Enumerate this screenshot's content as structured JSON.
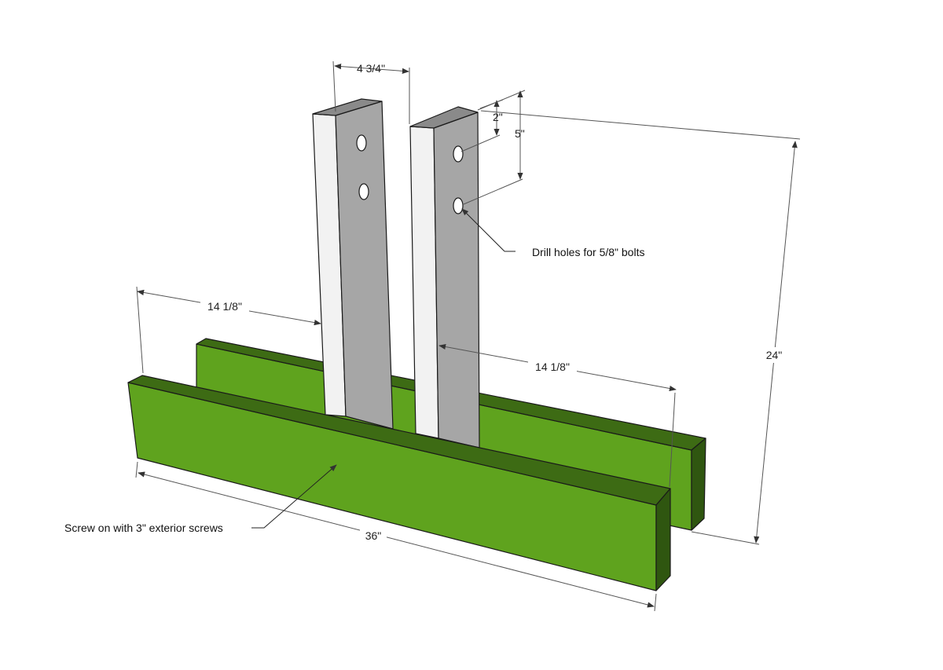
{
  "dimensions": {
    "post_width": "4 3/4\"",
    "hole_top_offset": "2\"",
    "hole_spacing": "5\"",
    "total_height": "24\"",
    "left_offset": "14 1/8\"",
    "right_offset": "14 1/8\"",
    "base_length": "36\""
  },
  "notes": {
    "drill_holes": "Drill holes for 5/8\" bolts",
    "screw_on": "Screw on with 3\" exterior screws"
  },
  "colors": {
    "board_front": "#5fa31e",
    "board_top": "#3d6b14",
    "board_end": "#2f5610",
    "post_face": "#a6a6a6",
    "post_side": "#f2f2f2",
    "post_top": "#8a8a8a",
    "hole": "#ffffff"
  }
}
